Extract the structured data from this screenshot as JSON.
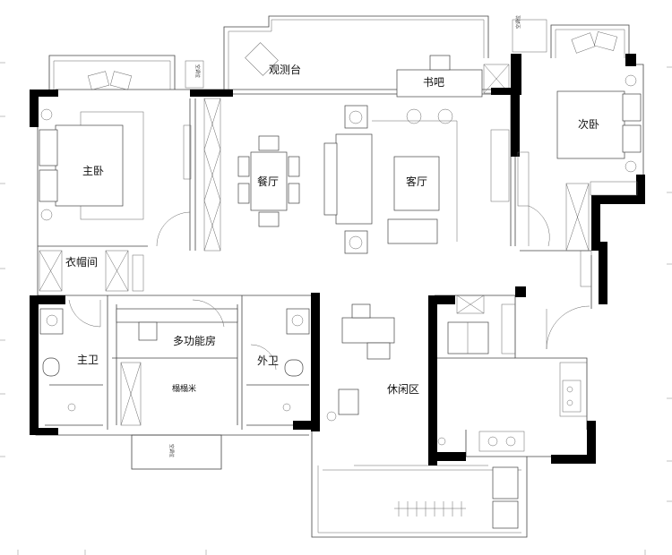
{
  "rooms": {
    "observation_deck": "观测台",
    "study_bar": "书吧",
    "master_bedroom": "主卧",
    "dining_room": "餐厅",
    "living_room": "客厅",
    "second_bedroom": "次卧",
    "cloakroom": "衣帽间",
    "multi_function_room": "多功能房",
    "master_bathroom": "主卫",
    "guest_bathroom": "外卫",
    "tatami": "榻榻米",
    "leisure_area": "休闲区"
  },
  "annotations": {
    "ac_unit_left": "空调位",
    "ac_unit_right": "空调位",
    "ac_unit_bottom": "空调位"
  },
  "colors": {
    "wall": "#000000",
    "line": "#444444",
    "background": "#ffffff"
  }
}
